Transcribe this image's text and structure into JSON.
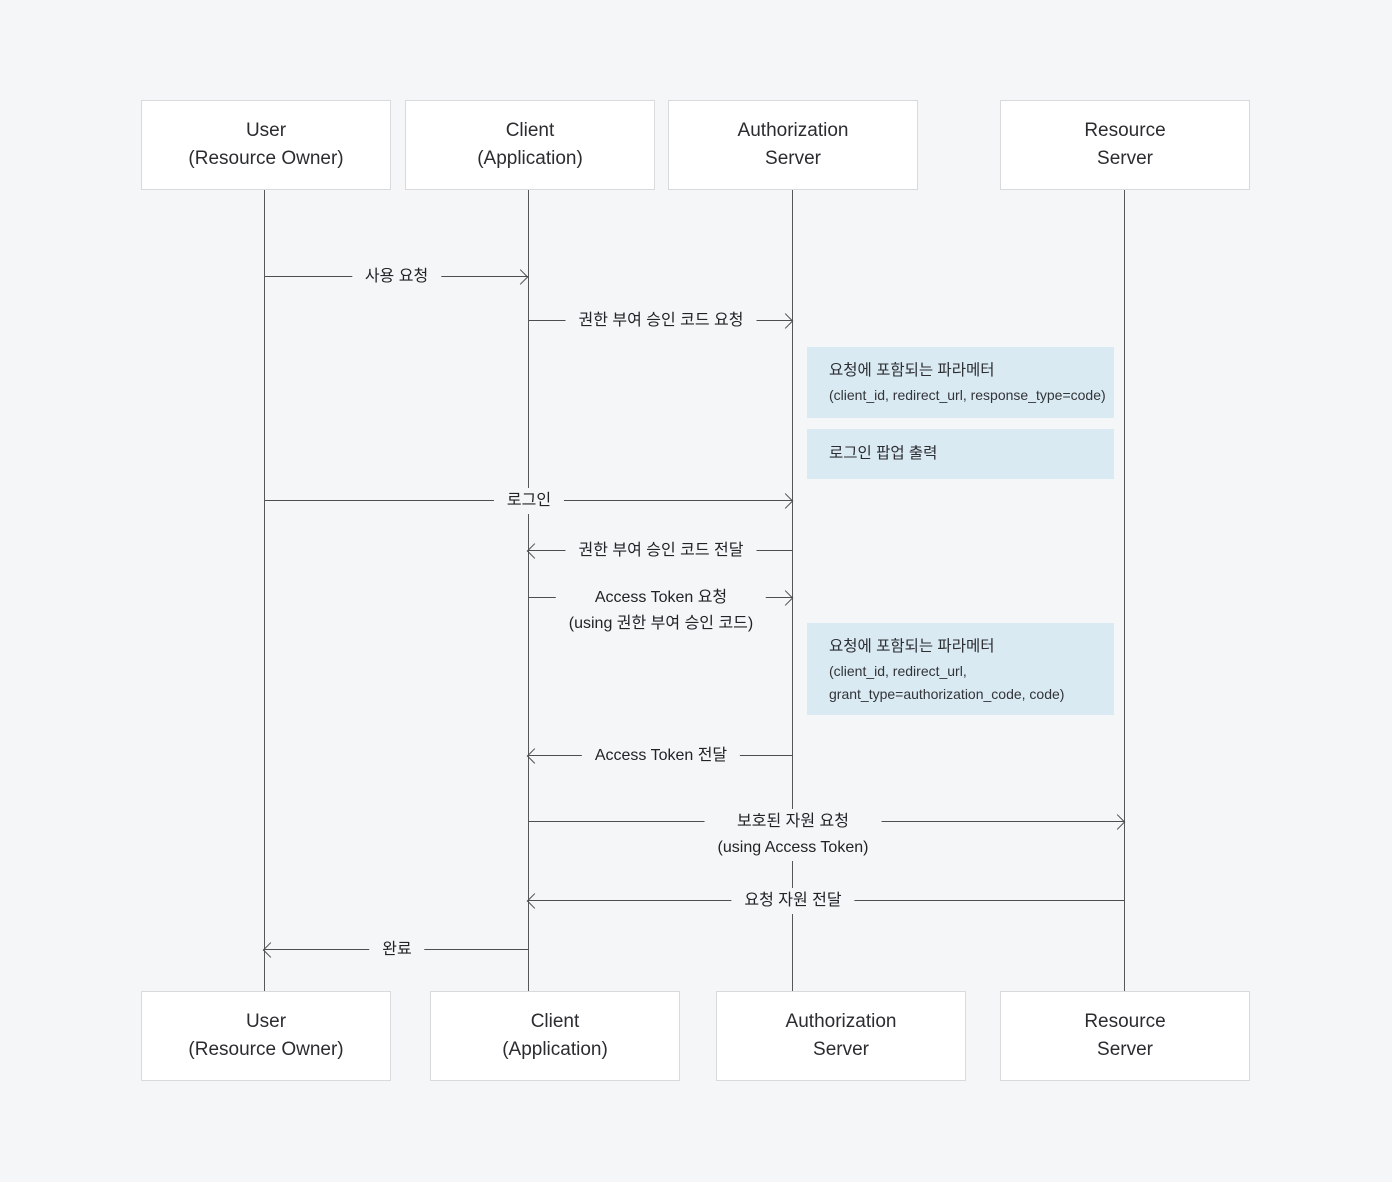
{
  "colors": {
    "background": "#f5f6f8",
    "note_bg": "#d9eaf3",
    "box_border": "#d8dade",
    "box_bg": "#ffffff",
    "line": "#4c4e50"
  },
  "actors": {
    "top": [
      {
        "line1": "User",
        "line2": "(Resource Owner)"
      },
      {
        "line1": "Client",
        "line2": "(Application)"
      },
      {
        "line1": "Authorization",
        "line2": "Server"
      },
      {
        "line1": "Resource",
        "line2": "Server"
      }
    ],
    "bottom": [
      {
        "line1": "User",
        "line2": "(Resource Owner)"
      },
      {
        "line1": "Client",
        "line2": "(Application)"
      },
      {
        "line1": "Authorization",
        "line2": "Server"
      },
      {
        "line1": "Resource",
        "line2": "Server"
      }
    ]
  },
  "messages": [
    {
      "from": "user",
      "to": "client",
      "label": "사용 요청"
    },
    {
      "from": "client",
      "to": "auth",
      "label": "권한 부여 승인 코드 요청"
    },
    {
      "from": "user",
      "to": "auth",
      "label": "로그인"
    },
    {
      "from": "auth",
      "to": "client",
      "label": "권한 부여 승인 코드 전달"
    },
    {
      "from": "client",
      "to": "auth",
      "label": "Access Token 요청",
      "sublabel": "(using 권한 부여 승인 코드)"
    },
    {
      "from": "auth",
      "to": "client",
      "label": "Access Token 전달"
    },
    {
      "from": "client",
      "to": "resource",
      "label": "보호된 자원 요청",
      "sublabel": "(using Access Token)"
    },
    {
      "from": "resource",
      "to": "client",
      "label": "요청 자원 전달"
    },
    {
      "from": "client",
      "to": "user",
      "label": "완료"
    }
  ],
  "notes": [
    {
      "lines": [
        "요청에 포함되는 파라메터",
        "(client_id, redirect_url, response_type=code)"
      ]
    },
    {
      "lines": [
        "로그인 팝업 출력"
      ]
    },
    {
      "lines": [
        "요청에 포함되는 파라메터",
        "(client_id, redirect_url,",
        "grant_type=authorization_code, code)"
      ]
    }
  ]
}
